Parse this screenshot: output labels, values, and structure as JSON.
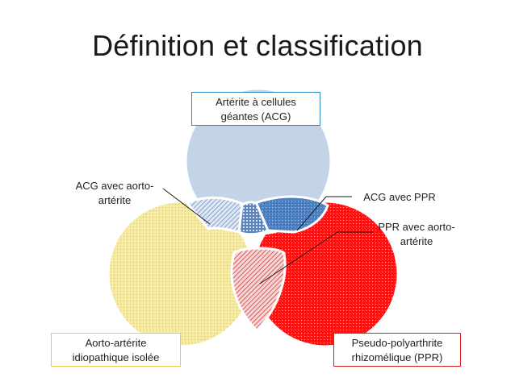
{
  "title": "Définition et classification",
  "sets": {
    "acg": {
      "line1": "Artérite à cellules",
      "line2": "géantes (ACG)",
      "color": "#c3d3e8",
      "border": "#2a86c4"
    },
    "aai": {
      "line1": "Aorto-artérite",
      "line2": "idiopathique isolée",
      "color": "#f7eea2",
      "border": "#f0c84a"
    },
    "ppr": {
      "line1": "Pseudo-polyarthrite",
      "line2": "rhizomélique (PPR)",
      "color": "#ff1010",
      "border": "#e02020"
    }
  },
  "intersections": {
    "acg_aa": {
      "line1": "ACG avec aorto-",
      "line2": "artérite"
    },
    "acg_ppr": {
      "line1": "ACG avec PPR"
    },
    "ppr_aa": {
      "line1": "PPR avec aorto-",
      "line2": "artérite"
    }
  }
}
